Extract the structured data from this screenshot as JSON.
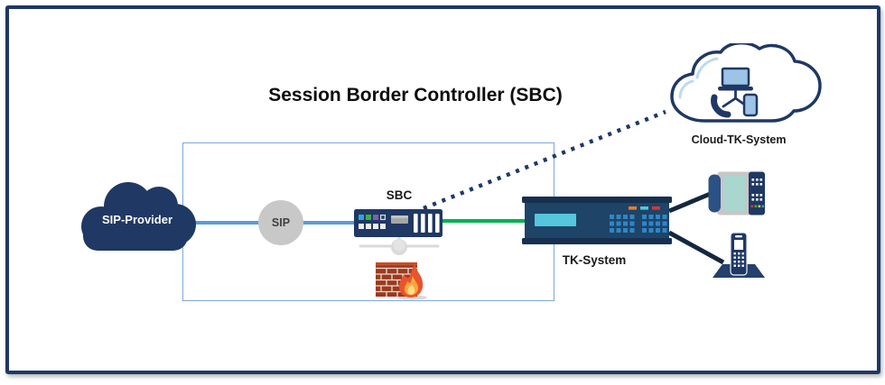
{
  "diagram": {
    "title": "Session Border Controller (SBC)",
    "palette": {
      "navy": "#1F3864",
      "zone_border": "#7FA8D9",
      "sip_line_blue": "#5B9BD5",
      "lan_line_green": "#00B050",
      "phone_line_dark": "#14273D",
      "node_gray": "#C8C8C8",
      "device_body_blue": "#1E4467",
      "display_cyan": "#55C6DB",
      "brick_red": "#9C3A1E",
      "flame_orange": "#E8542C"
    }
  },
  "nodes": {
    "sip_provider": {
      "label": "SIP-Provider",
      "type": "cloud"
    },
    "sip_trunk": {
      "label": "SIP",
      "type": "circle-node"
    },
    "sbc": {
      "label": "SBC",
      "type": "gateway-device"
    },
    "tk_system": {
      "label": "TK-System",
      "type": "pbx-device"
    },
    "cloud_tk_system": {
      "label": "Cloud-TK-System",
      "type": "cloud"
    }
  },
  "connections": [
    {
      "from": "sip_provider",
      "to": "sbc",
      "style": "solid",
      "color": "#5B9BD5"
    },
    {
      "from": "sbc",
      "to": "tk_system",
      "style": "solid",
      "color": "#00B050"
    },
    {
      "from": "sbc",
      "to": "cloud_tk_system",
      "style": "dotted",
      "color": "#1F3864"
    },
    {
      "from": "tk_system",
      "to": "desk_phone",
      "style": "solid",
      "color": "#14273D"
    },
    {
      "from": "tk_system",
      "to": "cordless_phone",
      "style": "solid",
      "color": "#14273D"
    }
  ]
}
